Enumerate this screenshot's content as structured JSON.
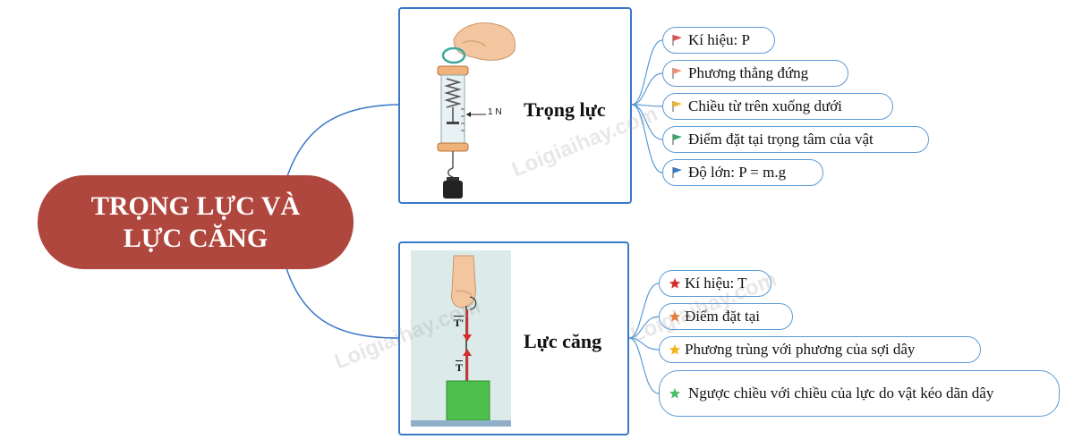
{
  "root": {
    "title": "TRỌNG LỰC VÀ\nLỰC CĂNG",
    "color": "#b0473e"
  },
  "branches": [
    {
      "title": "Trọng lực",
      "illustration": {
        "type": "spring-scale",
        "scale_label": "1 N"
      },
      "items": [
        {
          "text": "Kí hiệu: P",
          "marker": "flag",
          "color": "#d9534f"
        },
        {
          "text": "Phương thẳng đứng",
          "marker": "flag",
          "color": "#ef8f74"
        },
        {
          "text": "Chiều từ trên xuống dưới",
          "marker": "flag",
          "color": "#f0b429"
        },
        {
          "text": "Điểm đặt tại trọng tâm của vật",
          "marker": "flag",
          "color": "#3aa565"
        },
        {
          "text": "Độ lớn: P = m.g",
          "marker": "flag",
          "color": "#3a78c9"
        }
      ]
    },
    {
      "title": "Lực căng",
      "illustration": {
        "type": "tension-rope",
        "upper_vector_label": "T'",
        "lower_vector_label": "T"
      },
      "items": [
        {
          "text": "Kí hiệu: T",
          "marker": "star",
          "color": "#d62d2d"
        },
        {
          "text": "Điểm đặt tại",
          "marker": "star",
          "color": "#ef7a3c"
        },
        {
          "text": "Phương trùng với phương của sợi dây",
          "marker": "star",
          "color": "#f5b41a"
        },
        {
          "text": "Ngược chiều với chiều của lực do vật kéo dãn dây",
          "marker": "star",
          "color": "#4cbf6f"
        }
      ]
    }
  ],
  "watermark": "Loigiaihay.com",
  "line_color": "#3a78c9"
}
